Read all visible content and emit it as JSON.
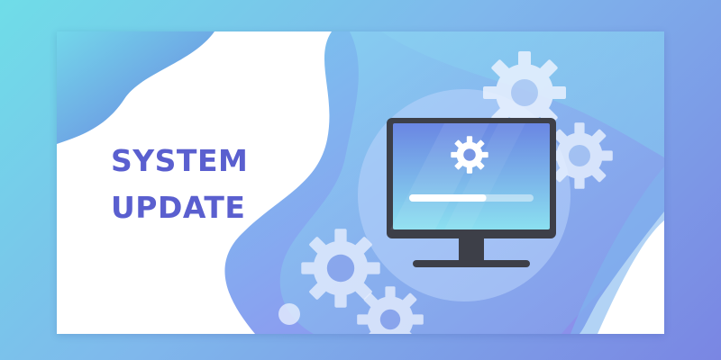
{
  "banner": {
    "title_line1": "SYSTEM",
    "title_line2": "UPDATE"
  },
  "monitor": {
    "screen_icon": "gear-icon",
    "progress_fraction": 0.62
  },
  "decorations": {
    "icons": [
      "gear-icon",
      "gear-icon",
      "gear-icon",
      "gear-icon",
      "gear-icon"
    ]
  },
  "colors": {
    "title": "#5a5fcf",
    "accent_blue": "#6f8fe6",
    "accent_cyan": "#76d6ee",
    "monitor_body": "#3d3f48",
    "gear_fill": "#e8f0ff"
  }
}
